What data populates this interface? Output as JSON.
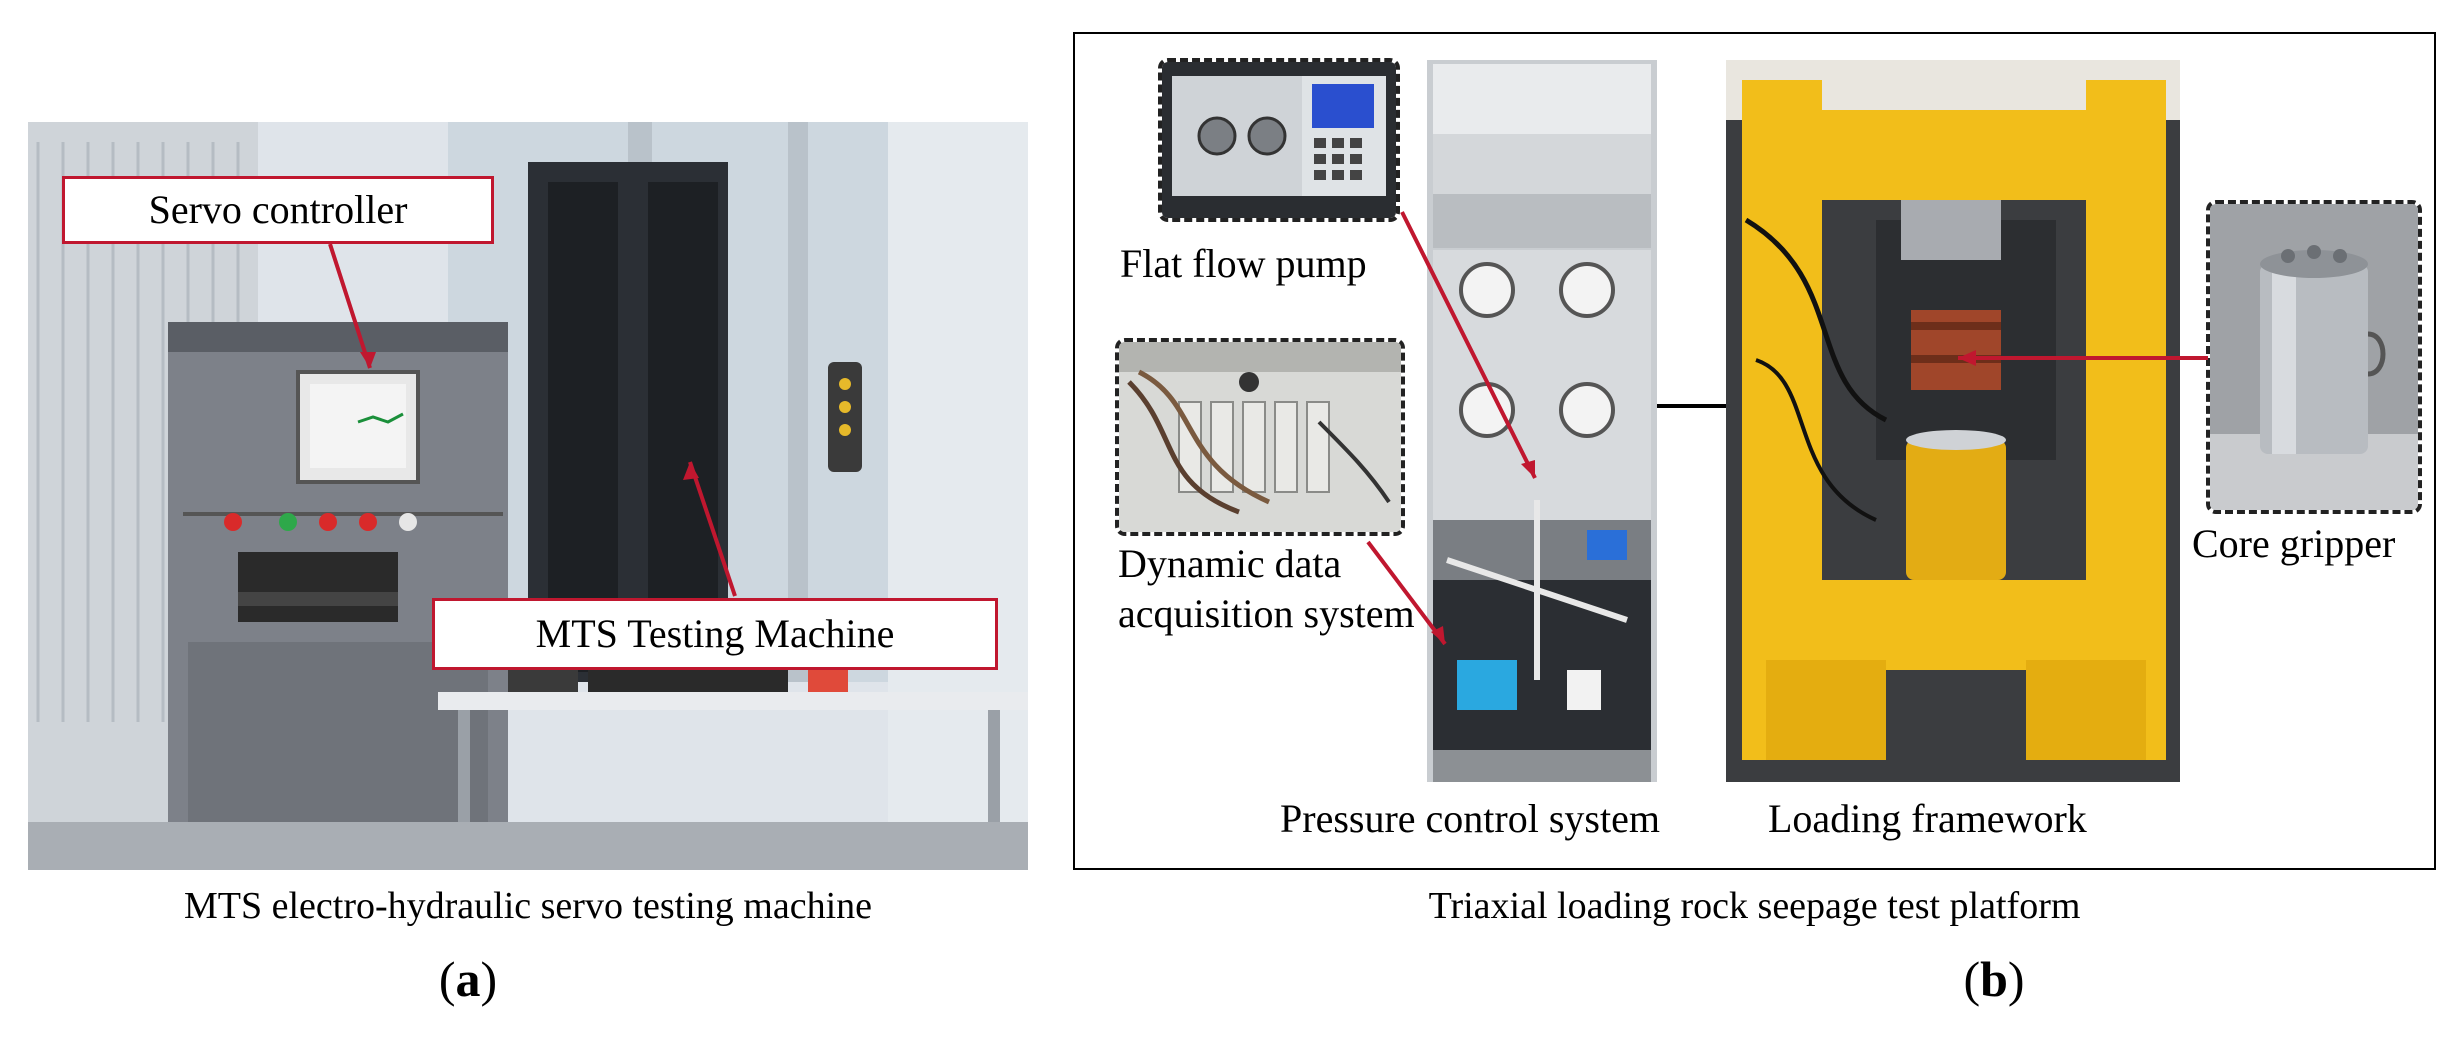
{
  "panel_a": {
    "labels": {
      "servo_controller": "Servo controller",
      "mts_testing_machine": "MTS Testing Machine"
    },
    "caption": "MTS electro-hydraulic servo testing machine",
    "letter": "a"
  },
  "panel_b": {
    "labels": {
      "flat_flow_pump": "Flat flow pump",
      "dynamic_data_line1": "Dynamic data",
      "dynamic_data_line2": "acquisition system",
      "core_gripper": "Core gripper",
      "pressure_control_system": "Pressure control system",
      "loading_framework": "Loading framework"
    },
    "caption": "Triaxial loading rock seepage test platform",
    "letter": "b"
  },
  "colors": {
    "callout_red": "#c0172f",
    "frame_yellow": "#f2be1a"
  }
}
